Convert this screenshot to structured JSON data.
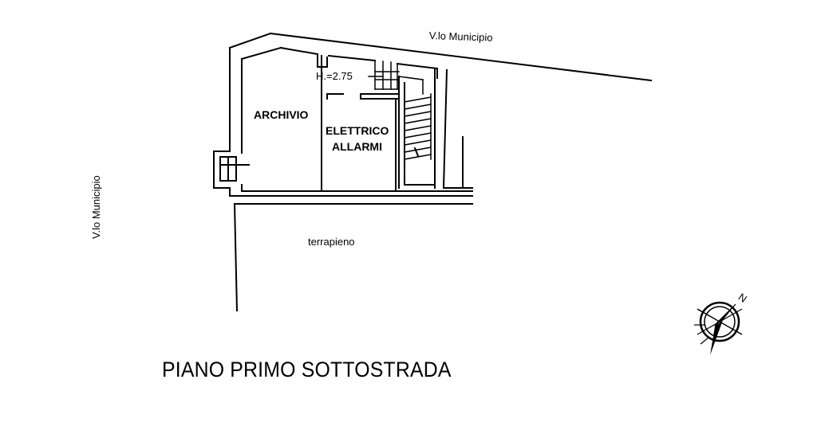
{
  "streets": {
    "top": "V.lo  Municipio",
    "left": "V.lo  Municipio"
  },
  "rooms": {
    "archivio": "ARCHIVIO",
    "elettrico": "ELETTRICO",
    "allarmi": "ALLARMI"
  },
  "height_note": "H.=2.75",
  "embankment": "terrapieno",
  "floor_title": "PIANO PRIMO SOTTOSTRADA",
  "compass": {
    "north_letter": "N",
    "icon": "north-arrow-icon"
  }
}
